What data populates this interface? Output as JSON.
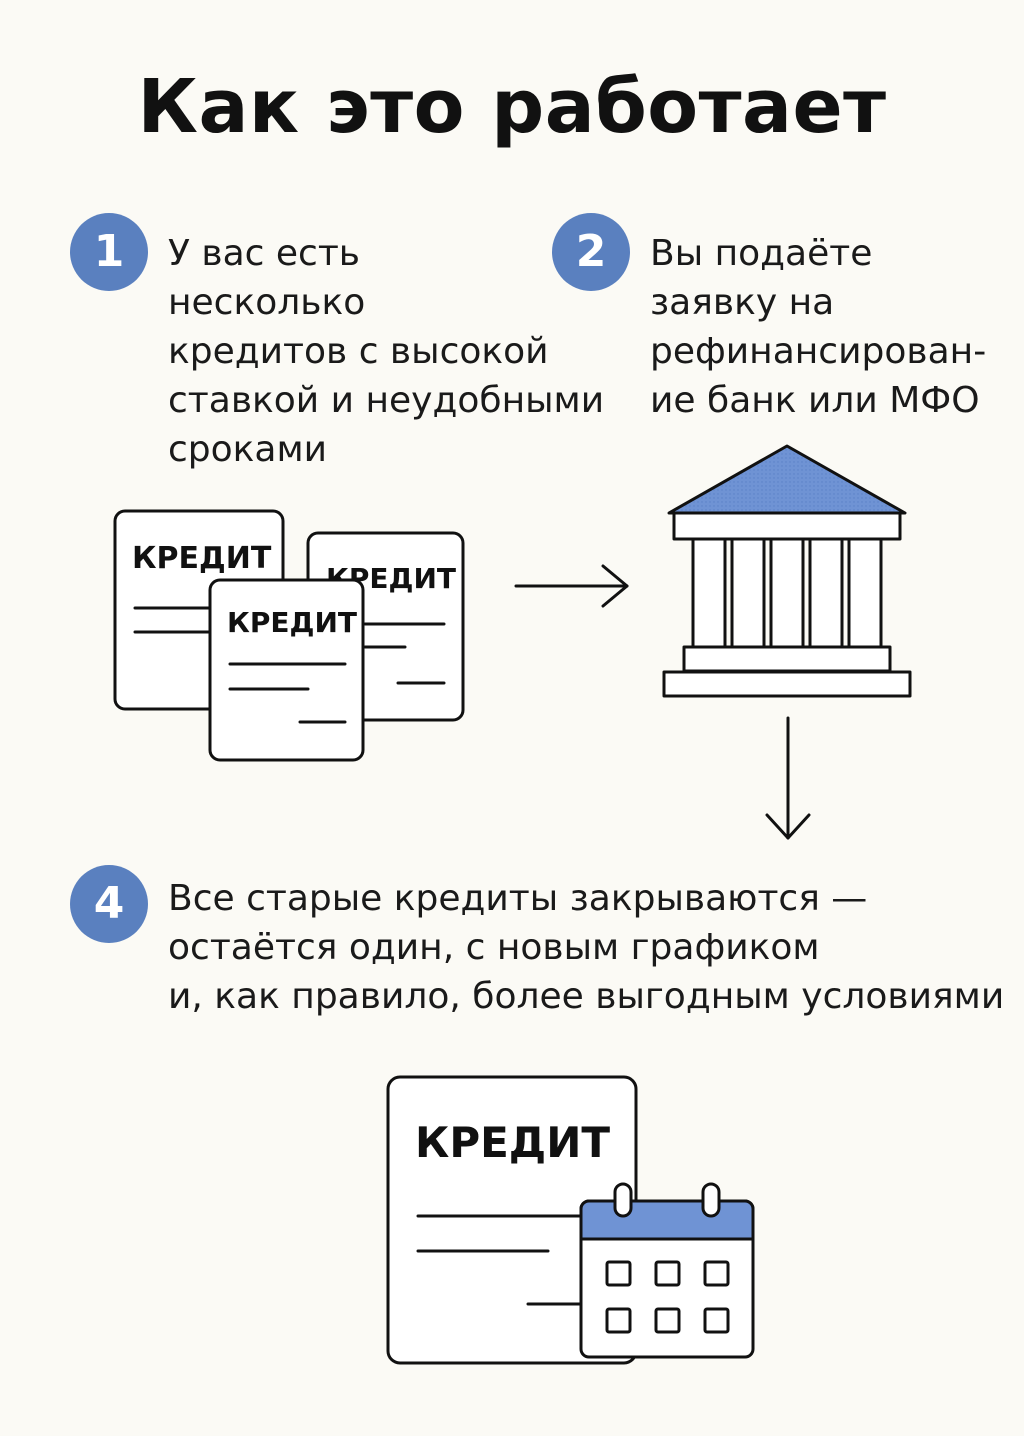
{
  "title": "Как это работает",
  "steps": [
    {
      "number": "1",
      "text": "У вас есть\nнесколько\nкредитов с высокой\nставкой и неудобными\nсроками"
    },
    {
      "number": "2",
      "text": "Вы подаёте\nзаявку на\nрефинансирован-\nие банк или МФО"
    },
    {
      "number": "4",
      "text": "Все старые кредиты закрываются —\nостаётся один, с новым графиком\nи, как правило, более выгодным условиями"
    }
  ],
  "document_label": "КРЕДИТ",
  "colors": {
    "accent": "#5a80bf",
    "accent_light": "#6f93d4",
    "background": "#fbfaf5",
    "ink": "#111111"
  },
  "icons": [
    "loan-documents-icon",
    "bank-building-icon",
    "calendar-icon",
    "arrow-right-icon",
    "arrow-down-icon"
  ]
}
